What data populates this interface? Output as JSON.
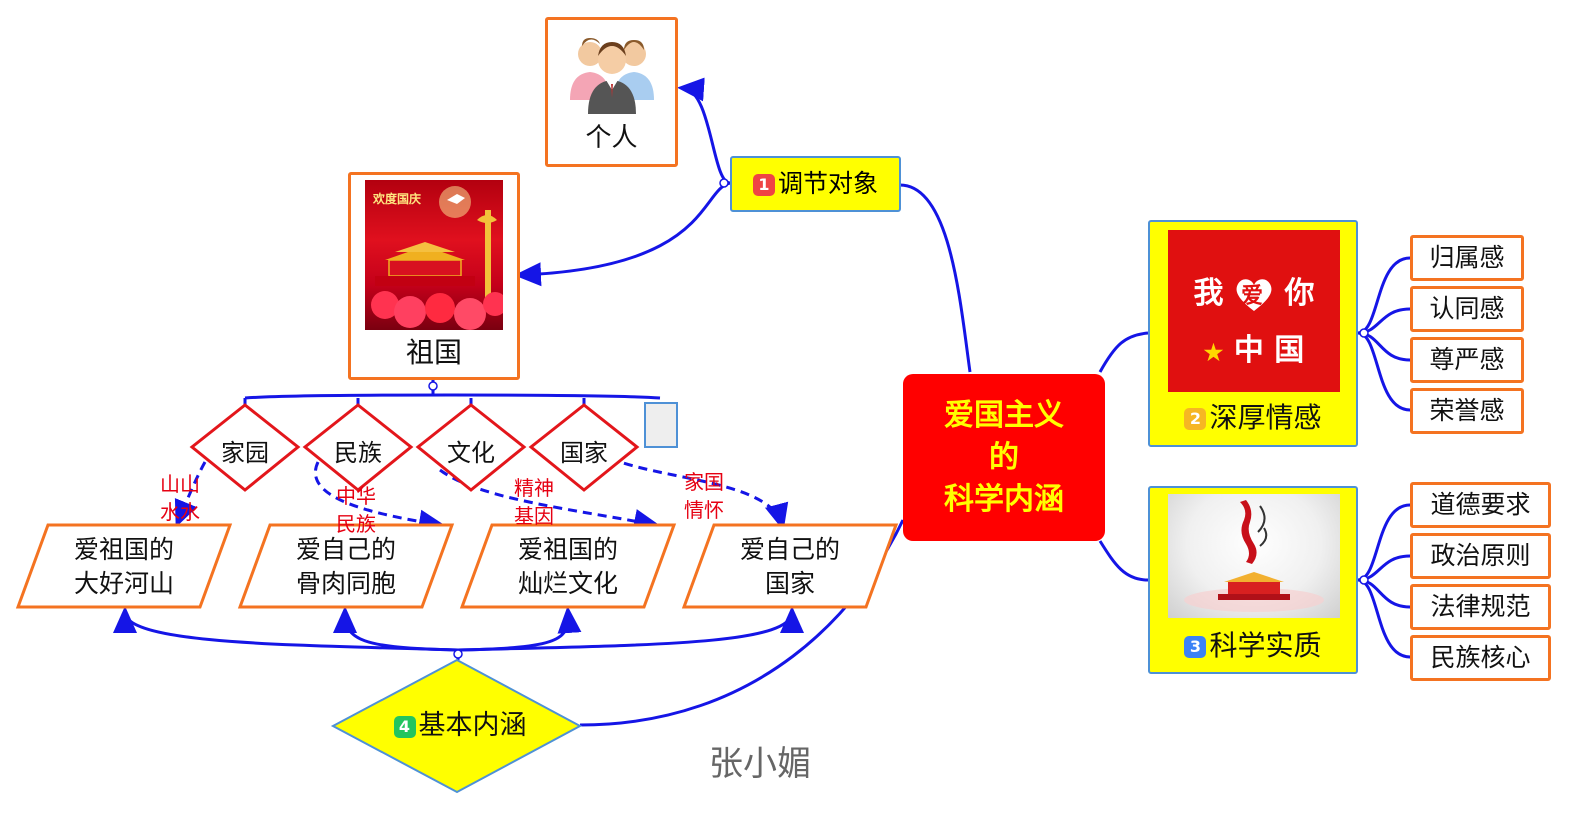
{
  "center": {
    "line1": "爱国主义",
    "line2": "的",
    "line3": "科学内涵"
  },
  "branches": {
    "b1": {
      "num": "1",
      "label": "调节对象",
      "badge_color": "#ef4444"
    },
    "b2": {
      "num": "2",
      "label": "深厚情感",
      "badge_color": "#f6b623",
      "image": {
        "line1_a": "我",
        "line1_b": "爱",
        "line1_c": "你",
        "line2": "中 国"
      }
    },
    "b3": {
      "num": "3",
      "label": "科学实质",
      "badge_color": "#3b82f6"
    },
    "b4": {
      "num": "4",
      "label": "基本内涵",
      "badge_color": "#22c55e"
    }
  },
  "adjust_targets": {
    "person": "个人",
    "motherland": "祖国",
    "motherland_image_caption": "欢度国庆"
  },
  "feelings": [
    "归属感",
    "认同感",
    "尊严感",
    "荣誉感"
  ],
  "essence": [
    "道德要求",
    "政治原则",
    "法律规范",
    "民族核心"
  ],
  "diamonds": [
    "家园",
    "民族",
    "文化",
    "国家"
  ],
  "relation_labels": [
    {
      "line1": "山山",
      "line2": "水水"
    },
    {
      "line1": "中华",
      "line2": "民族"
    },
    {
      "line1": "精神",
      "line2": "基因"
    },
    {
      "line1": "家国",
      "line2": "情怀"
    }
  ],
  "meanings": [
    {
      "line1": "爱祖国的",
      "line2": "大好河山"
    },
    {
      "line1": "爱自己的",
      "line2": "骨肉同胞"
    },
    {
      "line1": "爱祖国的",
      "line2": "灿烂文化"
    },
    {
      "line1": "爱自己的",
      "line2": "国家"
    }
  ],
  "author": "张小媚",
  "colors": {
    "link": "#1515e6",
    "node_border": "#f47321",
    "center_fill": "#ff0000",
    "center_text": "#ffff00",
    "branch_fill": "#ffff00",
    "diamond_border": "#e3161b",
    "label_red": "#e60012"
  }
}
